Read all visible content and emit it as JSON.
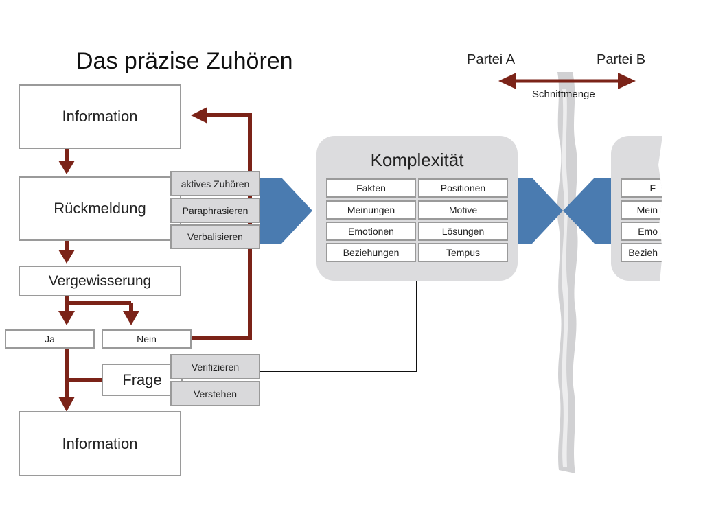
{
  "title": "Das präzise Zuhören",
  "parties": {
    "a": "Partei A",
    "b": "Partei B",
    "overlap": "Schnittmenge"
  },
  "flow": {
    "info_top": "Information",
    "feedback": "Rückmeldung",
    "feedback_methods": [
      "aktives Zuhören",
      "Paraphrasieren",
      "Verbalisieren"
    ],
    "confirmation": "Vergewisserung",
    "yes": "Ja",
    "no": "Nein",
    "question": "Frage",
    "question_methods": [
      "Verifizieren",
      "Verstehen"
    ],
    "info_bottom": "Information"
  },
  "complexity": {
    "title": "Komplexität",
    "cells": [
      "Fakten",
      "Positionen",
      "Meinungen",
      "Motive",
      "Emotionen",
      "Lösungen",
      "Beziehungen",
      "Tempus"
    ]
  },
  "complexity_right": {
    "cells": [
      "F",
      "Mein",
      "Emo",
      "Bezieh"
    ]
  },
  "colors": {
    "arrow": "#7b2318",
    "connector": "#4a7bb0",
    "card": "#dcdcde",
    "border": "#9a9a9a"
  }
}
